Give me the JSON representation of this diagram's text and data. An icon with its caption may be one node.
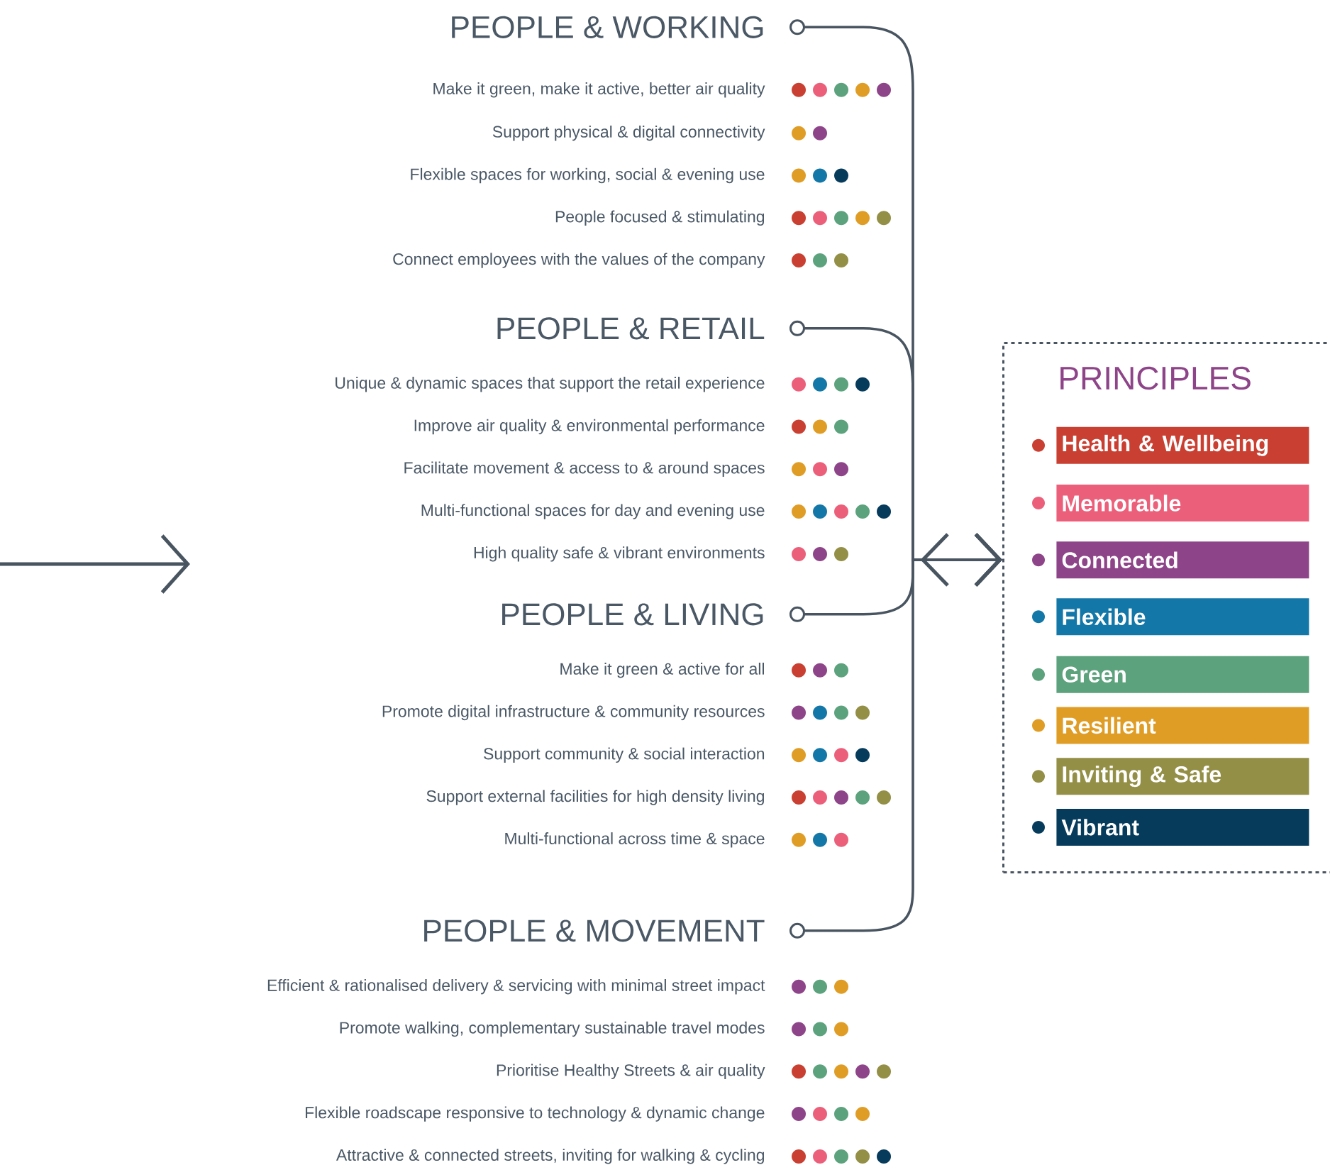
{
  "diagram": {
    "nodes": [
      {
        "text": [
          "PEOPLE & WORKING"
        ]
      },
      {
        "text": [
          "PEOPLE & RETAIL"
        ]
      },
      {
        "text": [
          "PEOPLE & LIVING"
        ]
      },
      {
        "text": [
          "PEOPLE & MOVEMENT"
        ]
      },
      {
        "text": [
          "PRINCIPLES"
        ]
      }
    ],
    "edges": [
      {
        "from": 0,
        "to": 4,
        "arrow": "to"
      },
      {
        "from": 1,
        "to": 4,
        "arrow": "to"
      },
      {
        "from": 2,
        "to": 4,
        "arrow": "to"
      },
      {
        "from": 3,
        "to": 4,
        "arrow": "to"
      }
    ],
    "labels": [
      "Make it green, make it active, better air quality",
      "Support physical & digital connectivity",
      "Flexible spaces for working, social & evening use",
      "People focused & stimulating",
      "Connect employees with the values of the company",
      "Unique & dynamic spaces that support the retail experience",
      "Improve air quality & environmental performance",
      "Facilitate movement & access to & around spaces",
      "Multi-functional spaces for day and evening use",
      "High quality safe & vibrant environments",
      "Make it green & active for all",
      "Promote digital infrastructure & community resources",
      "Support community & social interaction",
      "Support external facilities for high density living",
      "Multi-functional across time & space",
      "Efficient & rationalised delivery & servicing with minimal street impact",
      "Promote walking, complementary sustainable travel modes",
      "Prioritise Healthy Streets & air quality",
      "Flexible roadscape responsive to technology & dynamic change",
      "Attractive & connected streets, inviting for walking & cycling"
    ],
    "legend": [
      {
        "text": "Health & Wellbeing",
        "color": "#c94032"
      },
      {
        "text": "Memorable",
        "color": "#ec5f7a"
      },
      {
        "text": "Connected",
        "color": "#8e4488"
      },
      {
        "text": "Flexible",
        "color": "#1377a8"
      },
      {
        "text": "Green",
        "color": "#5ba27d"
      },
      {
        "text": "Resilient",
        "color": "#e09d26"
      },
      {
        "text": "Inviting & Safe",
        "color": "#948f46"
      },
      {
        "text": "Vibrant",
        "color": "#073b5c"
      }
    ]
  }
}
